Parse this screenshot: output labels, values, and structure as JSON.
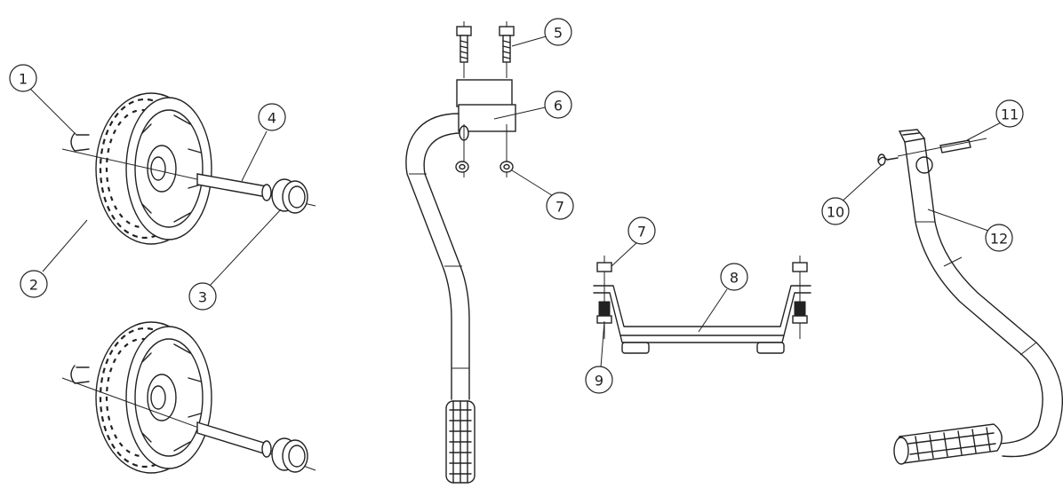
{
  "callouts": [
    {
      "id": "1"
    },
    {
      "id": "2"
    },
    {
      "id": "3"
    },
    {
      "id": "4"
    },
    {
      "id": "5"
    },
    {
      "id": "6"
    },
    {
      "id": "7"
    },
    {
      "id": "7b",
      "label": "7"
    },
    {
      "id": "8"
    },
    {
      "id": "9"
    },
    {
      "id": "10"
    },
    {
      "id": "11"
    },
    {
      "id": "12"
    }
  ],
  "labels": {
    "c1": "1",
    "c2": "2",
    "c3": "3",
    "c4": "4",
    "c5": "5",
    "c6": "6",
    "c7": "7",
    "c7b": "7",
    "c8": "8",
    "c9": "9",
    "c10": "10",
    "c11": "11",
    "c12": "12"
  }
}
